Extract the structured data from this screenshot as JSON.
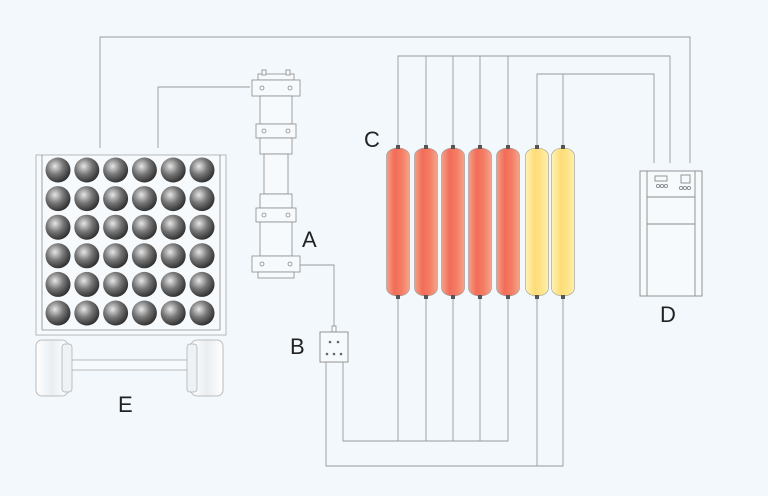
{
  "labels": {
    "A": "A",
    "B": "B",
    "C": "C",
    "D": "D",
    "E": "E"
  },
  "colors": {
    "background": "#f2f8fc",
    "wire": "#9a9a9a",
    "cylinder_red": "#f26d5a",
    "cylinder_yellow": "#fde07a",
    "sphere_dark": "#2a2a2a",
    "sphere_light": "#d9d9d9"
  },
  "components": {
    "A": "hydraulic-cylinder-assembly",
    "B": "control-box",
    "C": "heating-tubes",
    "D": "control-cabinet",
    "E": "sphere-cart"
  },
  "cylinders": [
    "red",
    "red",
    "red",
    "red",
    "red",
    "yellow",
    "yellow"
  ]
}
